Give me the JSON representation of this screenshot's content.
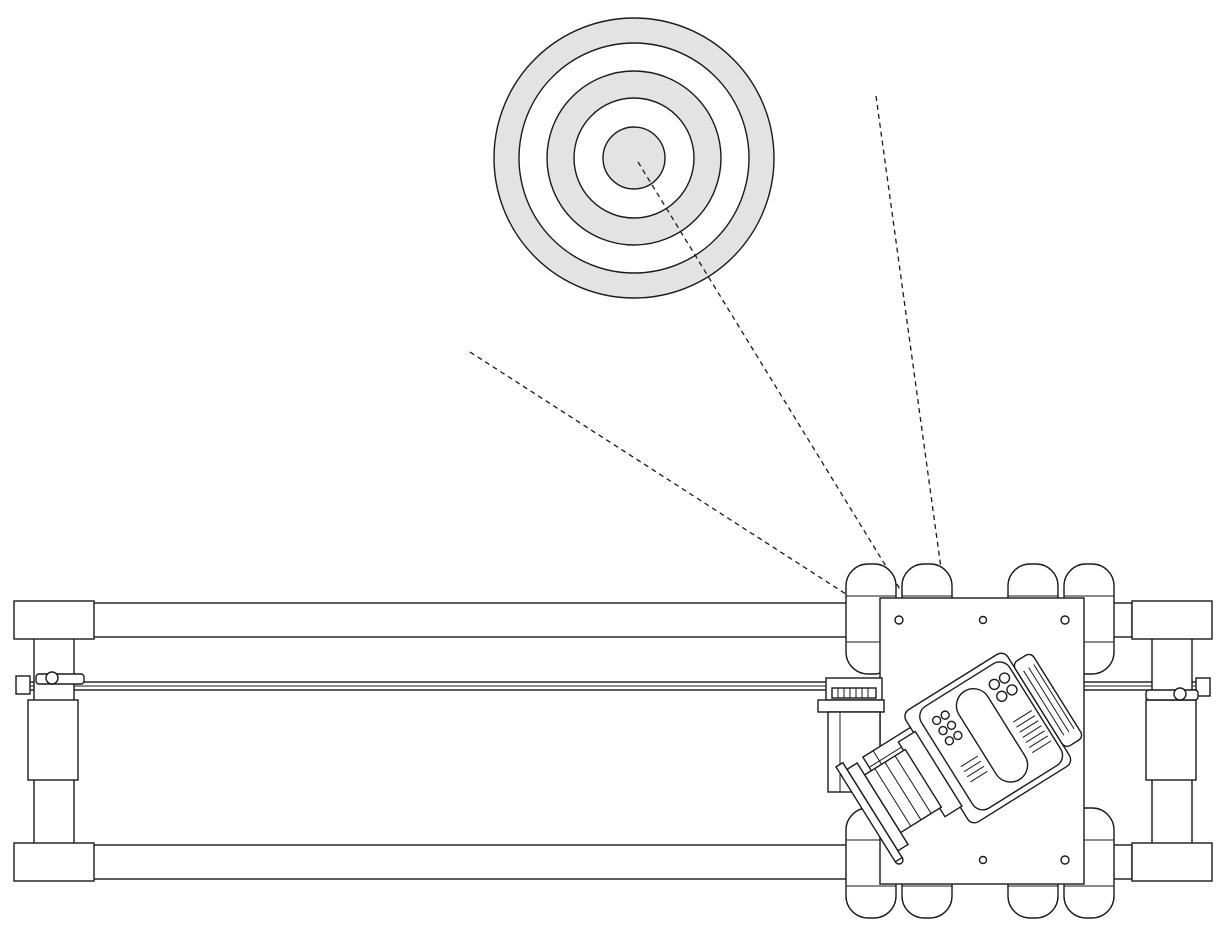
{
  "diagram": {
    "kind": "camera-slider-parallax-top-view",
    "target": {
      "rings": 5,
      "fill_pattern": [
        "gray",
        "white",
        "gray",
        "white",
        "gray"
      ],
      "gray": "#e3e3e3"
    },
    "line_color": "#1a1a1a",
    "background": "#ffffff"
  }
}
